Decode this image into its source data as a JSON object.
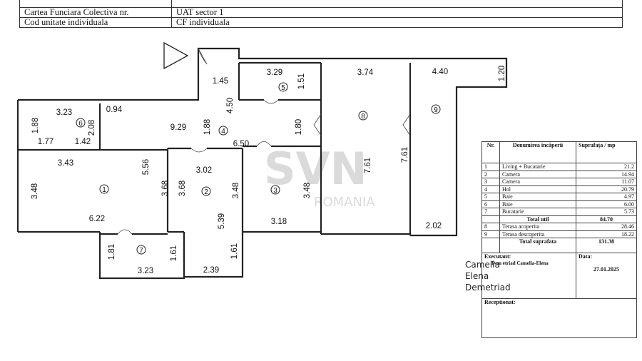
{
  "header": {
    "rows": [
      [
        "",
        ""
      ],
      [
        "Cartea Funciara Colectiva nr.",
        "UAT sector  1"
      ],
      [
        "Cod unitate individuala",
        "CF individuala"
      ]
    ]
  },
  "plan": {
    "rooms": [
      "1",
      "2",
      "3",
      "4",
      "5",
      "6",
      "7",
      "8",
      "9"
    ],
    "dimensions": [
      "3.29",
      "1.51",
      "1.45",
      "4.50",
      "3.74",
      "4.40",
      "1.20",
      "3.23",
      "0.94",
      "2.08",
      "1.88",
      "1.77",
      "1.42",
      "9.29",
      "1.88",
      "1.80",
      "6.50",
      "3.43",
      "5.56",
      "3.02",
      "7.61",
      "7.61",
      "3.48",
      "3.68",
      "3.68",
      "5.39",
      "3.48",
      "3.48",
      "6.22",
      "3.18",
      "2.02",
      "1.81",
      "1.61",
      "1.61",
      "3.23",
      "2.39"
    ],
    "watermark": {
      "brand": "SVN",
      "sub": "ROMANIA"
    }
  },
  "table": {
    "headers": [
      "Nr.",
      "Denumirea încăperii",
      "Suprafața / mp"
    ],
    "rows": [
      [
        "1",
        "Living + Bucatarie",
        "21.2"
      ],
      [
        "2",
        "Camera",
        "14.94"
      ],
      [
        "3",
        "Camera",
        "11.07"
      ],
      [
        "4",
        "Hol",
        "20.79"
      ],
      [
        "5",
        "Baie",
        "4.97"
      ],
      [
        "6",
        "Baie",
        "6.00"
      ],
      [
        "7",
        "Bucatarie",
        "5.73"
      ]
    ],
    "total_util_label": "Total util",
    "total_util": "84.70",
    "terraces": [
      [
        "8",
        "Terasa acoperita",
        "28.46"
      ],
      [
        "9",
        "Terasa descoperita",
        "18.22"
      ]
    ],
    "total_label": "Total suprafata",
    "total": "131.38",
    "executant_label": "Executant:",
    "executant_name": "Dem etriad Camelia-Elena",
    "date_label": "Data:",
    "date": "27.01.2025",
    "receptionat_label": "Receptionat:"
  },
  "signature": [
    "Camelia",
    "Elena",
    "Demetriad"
  ]
}
